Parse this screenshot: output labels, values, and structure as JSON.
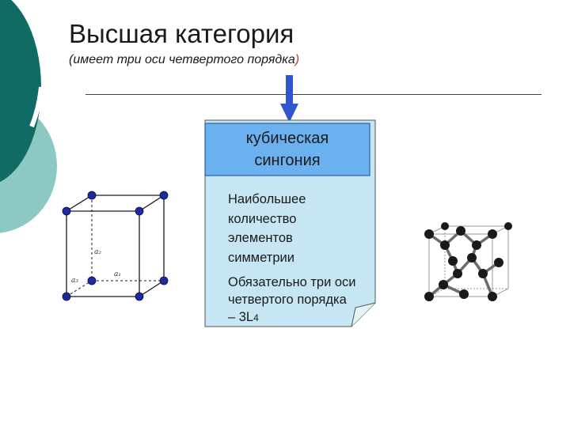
{
  "slide": {
    "title": "Высшая категория",
    "subtitle_main": "(имеет три оси четвертого порядка",
    "subtitle_close": ")"
  },
  "note": {
    "header": [
      "кубическая",
      "сингония"
    ],
    "body1": [
      "Наибольшее",
      "количество",
      "элементов",
      "симметрии"
    ],
    "body2_lines": [
      "Обязательно три оси",
      "четвертого порядка"
    ],
    "formula_prefix": "– 3L",
    "formula_sub": "4"
  },
  "cube_labels": {
    "a1": "a₁",
    "a2": "a₂",
    "a3": "a₃"
  },
  "colors": {
    "teal_dark": "#0f6b63",
    "teal_light": "#8cc8c4",
    "note_body": "#c6e6f4",
    "note_header": "#6bb0ef",
    "arrow": "#2f55d4",
    "atom_blue": "#1d2a9e"
  }
}
